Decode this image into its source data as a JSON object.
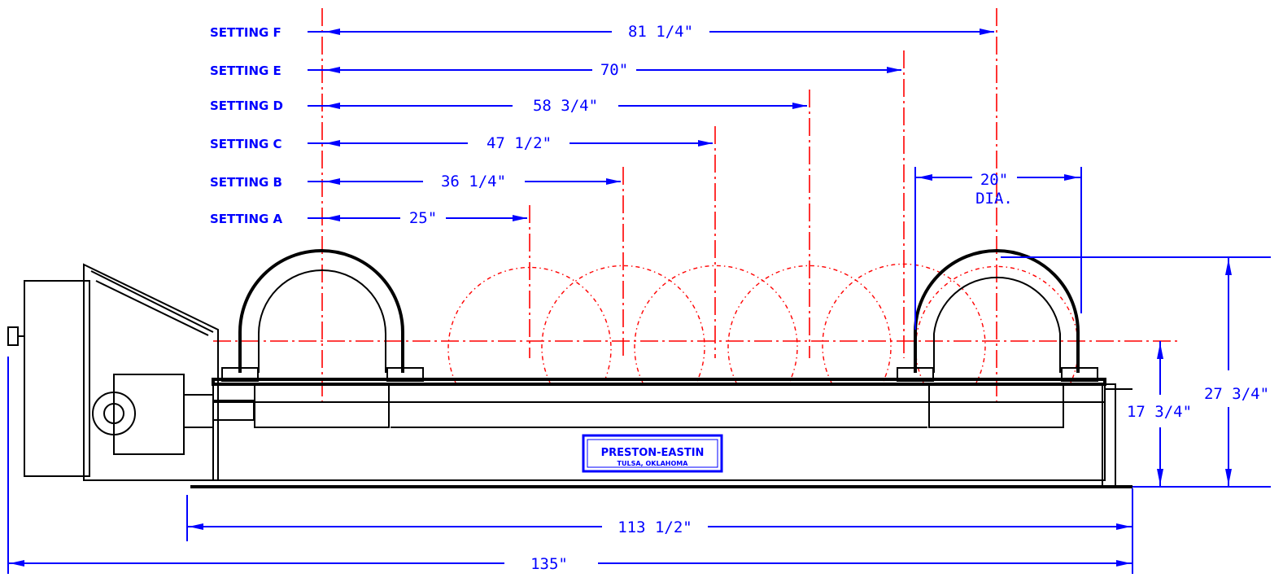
{
  "settings": [
    {
      "name": "SETTING F",
      "dimension": "81 1/4\""
    },
    {
      "name": "SETTING E",
      "dimension": "70\""
    },
    {
      "name": "SETTING D",
      "dimension": "58 3/4\""
    },
    {
      "name": "SETTING C",
      "dimension": "47 1/2\""
    },
    {
      "name": "SETTING B",
      "dimension": "36 1/4\""
    },
    {
      "name": "SETTING A",
      "dimension": "25\""
    }
  ],
  "dimensions": {
    "wheel_diameter": "20\"",
    "wheel_diameter_note": "DIA.",
    "overall_height": "27 3/4\"",
    "axle_height": "17 3/4\"",
    "frame_length": "113 1/2\"",
    "overall_length": "135\""
  },
  "nameplate": {
    "company": "PRESTON-EASTIN",
    "location": "TULSA, OKLAHOMA"
  },
  "colors": {
    "dimension": "#0000ff",
    "centerline": "#ff0000",
    "outline": "#000000"
  }
}
